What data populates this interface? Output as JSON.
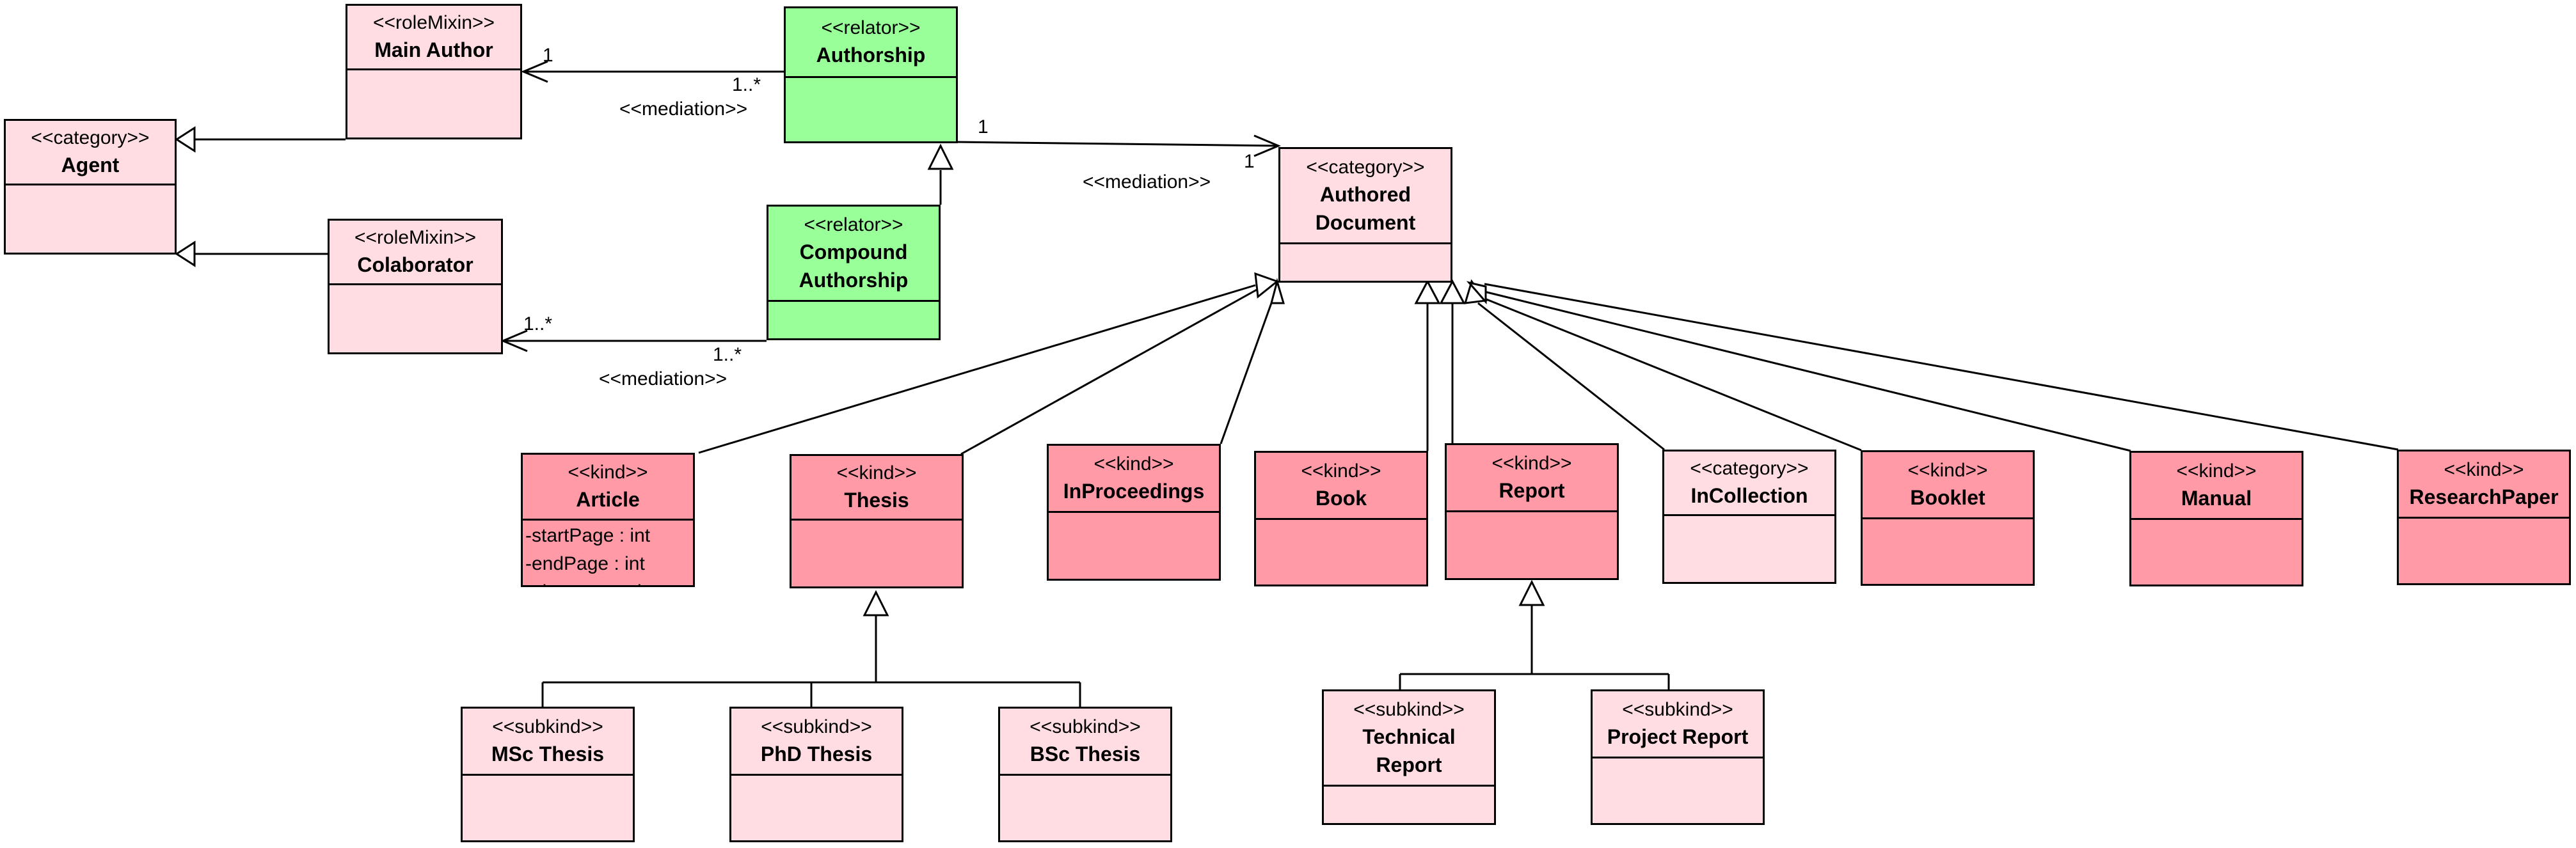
{
  "classes": {
    "agent": {
      "stereotype": "<<category>>",
      "name": "Agent"
    },
    "main_author": {
      "stereotype": "<<roleMixin>>",
      "name": "Main Author"
    },
    "colaborator": {
      "stereotype": "<<roleMixin>>",
      "name": "Colaborator"
    },
    "authorship": {
      "stereotype": "<<relator>>",
      "name": "Authorship"
    },
    "compound_authorship": {
      "stereotype": "<<relator>>",
      "name": "Compound Authorship"
    },
    "authored_document": {
      "stereotype": "<<category>>",
      "name": "Authored Document"
    },
    "article": {
      "stereotype": "<<kind>>",
      "name": "Article",
      "attributes": [
        "-startPage : int",
        "-endPage : int",
        "-abstract : string"
      ]
    },
    "thesis": {
      "stereotype": "<<kind>>",
      "name": "Thesis"
    },
    "inproceedings": {
      "stereotype": "<<kind>>",
      "name": "InProceedings"
    },
    "book": {
      "stereotype": "<<kind>>",
      "name": "Book"
    },
    "report": {
      "stereotype": "<<kind>>",
      "name": "Report"
    },
    "incollection": {
      "stereotype": "<<category>>",
      "name": "InCollection"
    },
    "booklet": {
      "stereotype": "<<kind>>",
      "name": "Booklet"
    },
    "manual": {
      "stereotype": "<<kind>>",
      "name": "Manual"
    },
    "research_paper": {
      "stereotype": "<<kind>>",
      "name": "ResearchPaper"
    },
    "msc_thesis": {
      "stereotype": "<<subkind>>",
      "name": "MSc Thesis"
    },
    "phd_thesis": {
      "stereotype": "<<subkind>>",
      "name": "PhD Thesis"
    },
    "bsc_thesis": {
      "stereotype": "<<subkind>>",
      "name": "BSc Thesis"
    },
    "technical_report": {
      "stereotype": "<<subkind>>",
      "name": "Technical Report"
    },
    "project_report": {
      "stereotype": "<<subkind>>",
      "name": "Project Report"
    }
  },
  "associations": {
    "main_author_mult": "1",
    "authorship_mult_left": "1..*",
    "mediation_1": "<<mediation>>",
    "authorship_mult_right": "1",
    "document_mult": "1",
    "mediation_2": "<<mediation>>",
    "colaborator_mult": "1..*",
    "compound_mult": "1..*",
    "mediation_3": "<<mediation>>"
  },
  "colors": {
    "role": "#ffdde2",
    "kind": "#ff9aa6",
    "relator": "#99ff99",
    "line": "#000000"
  }
}
